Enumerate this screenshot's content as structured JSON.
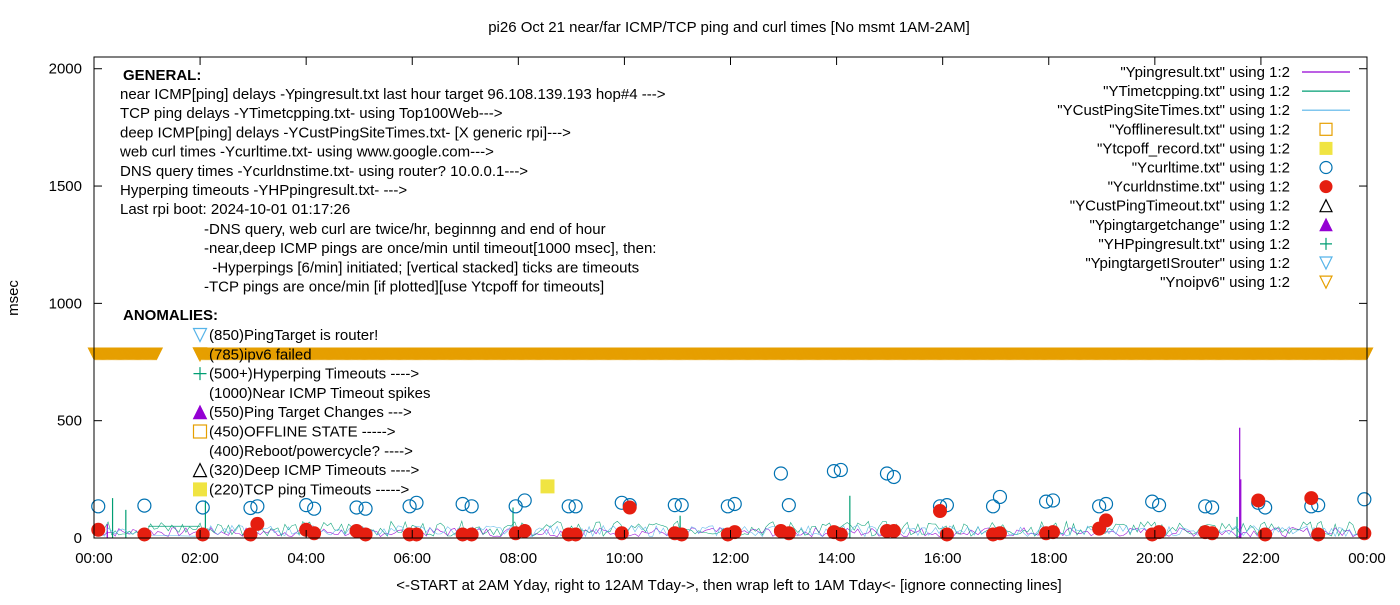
{
  "chart_data": {
    "type": "scatter",
    "title": "pi26 Oct 21  near/far ICMP/TCP ping and curl times [No msmt 1AM-2AM]",
    "xlabel": "<-START at 2AM Yday, right to 12AM Tday->, then wrap left to 1AM Tday<- [ignore connecting lines]",
    "ylabel": "msec",
    "xlim": [
      0,
      24
    ],
    "ylim": [
      0,
      2050
    ],
    "grid": false,
    "x_ticks": [
      "00:00",
      "02:00",
      "04:00",
      "06:00",
      "08:00",
      "10:00",
      "12:00",
      "14:00",
      "16:00",
      "18:00",
      "20:00",
      "22:00",
      "00:00"
    ],
    "y_ticks": [
      0,
      500,
      1000,
      1500,
      2000
    ],
    "legend_position": "top-right",
    "legend": [
      {
        "label": "\"Ypingresult.txt\" using 1:2",
        "color": "#9400d3",
        "style": "line"
      },
      {
        "label": "\"YTimetcpping.txt\" using 1:2",
        "color": "#009e73",
        "style": "line"
      },
      {
        "label": "\"YCustPingSiteTimes.txt\" using 1:2",
        "color": "#56b4e9",
        "style": "line"
      },
      {
        "label": "\"Yofflineresult.txt\" using 1:2",
        "color": "#e69f00",
        "style": "open-square"
      },
      {
        "label": "\"Ytcpoff_record.txt\" using 1:2",
        "color": "#f0e442",
        "style": "filled-square"
      },
      {
        "label": "\"Ycurltime.txt\" using 1:2",
        "color": "#0072b2",
        "style": "open-circle"
      },
      {
        "label": "\"Ycurldnstime.txt\" using 1:2",
        "color": "#e51e10",
        "style": "filled-circle"
      },
      {
        "label": "\"YCustPingTimeout.txt\" using 1:2",
        "color": "#000000",
        "style": "open-triangle"
      },
      {
        "label": "\"Ypingtargetchange\" using 1:2",
        "color": "#9400d3",
        "style": "filled-triangle"
      },
      {
        "label": "\"YHPpingresult.txt\" using 1:2",
        "color": "#009e73",
        "style": "plus"
      },
      {
        "label": "\"YpingtargetISrouter\" using 1:2",
        "color": "#56b4e9",
        "style": "open-down-triangle"
      },
      {
        "label": "\"Ynoipv6\" using 1:2",
        "color": "#e69f00",
        "style": "open-down-triangle"
      }
    ],
    "general_heading": "GENERAL:",
    "general_lines": [
      "near ICMP[ping] delays -Ypingresult.txt last hour target 96.108.139.193 hop#4 --->",
      "TCP ping delays -YTimetcpping.txt- using Top100Web--->",
      "deep ICMP[ping] delays -YCustPingSiteTimes.txt- [X generic rpi]--->",
      "web curl times -Ycurltime.txt- using www.google.com--->",
      "DNS query times -Ycurldnstime.txt- using router? 10.0.0.1--->",
      "Hyperping timeouts -YHPpingresult.txt- --->",
      "Last rpi boot: 2024-10-01 01:17:26"
    ],
    "notes_lines": [
      "-DNS query, web curl are twice/hr, beginnng and end of hour",
      "-near,deep ICMP pings are once/min until timeout[1000 msec], then:",
      "  -Hyperpings [6/min] initiated; [vertical stacked] ticks are timeouts",
      "-TCP pings are once/min [if plotted][use Ytcpoff for timeouts]"
    ],
    "anomalies_heading": "ANOMALIES:",
    "anomaly_lines": [
      {
        "text": "(850)PingTarget is router!",
        "marker": "open-down-triangle",
        "color": "#56b4e9"
      },
      {
        "text": "(785)ipv6 failed",
        "marker": "open-down-triangle",
        "color": "#e69f00"
      },
      {
        "text": "(500+)Hyperping Timeouts ---->",
        "marker": "plus",
        "color": "#009e73"
      },
      {
        "text": "(1000)Near ICMP Timeout spikes",
        "marker": "none",
        "color": "#000000"
      },
      {
        "text": "(550)Ping Target Changes --->",
        "marker": "filled-triangle",
        "color": "#9400d3"
      },
      {
        "text": "(450)OFFLINE STATE ----->",
        "marker": "open-square",
        "color": "#e69f00"
      },
      {
        "text": "(400)Reboot/powercycle? ---->",
        "marker": "none",
        "color": "#000000"
      },
      {
        "text": "(320)Deep ICMP Timeouts ---->",
        "marker": "open-triangle",
        "color": "#000000"
      },
      {
        "text": "(220)TCP ping Timeouts ----->",
        "marker": "filled-square",
        "color": "#f0e442"
      }
    ],
    "series": [
      {
        "name": "\"Ycurltime.txt\" using 1:2",
        "color": "#0072b2",
        "style": "open-circle",
        "x": [
          0.08,
          0.95,
          2.05,
          2.95,
          3.08,
          4.0,
          4.15,
          4.95,
          5.12,
          5.95,
          6.08,
          6.95,
          7.12,
          7.95,
          8.12,
          8.95,
          9.08,
          9.95,
          10.1,
          10.95,
          11.08,
          11.95,
          12.08,
          12.95,
          13.1,
          13.95,
          14.08,
          14.95,
          15.08,
          15.95,
          16.08,
          16.95,
          17.08,
          17.95,
          18.08,
          18.95,
          19.08,
          19.95,
          20.08,
          20.95,
          21.08,
          21.95,
          22.08,
          22.95,
          23.08,
          23.95
        ],
        "y": [
          135,
          138,
          130,
          128,
          135,
          140,
          125,
          130,
          125,
          135,
          150,
          145,
          135,
          135,
          160,
          135,
          135,
          150,
          140,
          140,
          140,
          135,
          145,
          275,
          140,
          285,
          290,
          275,
          260,
          135,
          140,
          135,
          175,
          155,
          160,
          135,
          145,
          155,
          140,
          135,
          130,
          150,
          130,
          135,
          140,
          165
        ]
      },
      {
        "name": "\"Ycurldnstime.txt\" using 1:2",
        "color": "#e51e10",
        "style": "filled-circle",
        "x": [
          0.08,
          0.95,
          2.05,
          2.95,
          3.08,
          4.0,
          4.15,
          4.95,
          5.12,
          5.95,
          6.08,
          6.95,
          7.12,
          7.95,
          8.12,
          8.95,
          9.08,
          9.95,
          10.1,
          10.95,
          11.08,
          11.95,
          12.08,
          12.95,
          13.1,
          13.95,
          14.08,
          14.95,
          15.08,
          15.95,
          16.08,
          16.95,
          17.08,
          17.95,
          18.08,
          18.95,
          19.08,
          19.95,
          20.08,
          20.95,
          21.08,
          21.95,
          22.08,
          22.95,
          23.08,
          23.95
        ],
        "y": [
          35,
          15,
          15,
          15,
          60,
          35,
          20,
          30,
          15,
          15,
          15,
          15,
          15,
          20,
          30,
          15,
          15,
          20,
          130,
          20,
          15,
          15,
          25,
          30,
          20,
          25,
          15,
          30,
          30,
          115,
          15,
          15,
          20,
          20,
          25,
          40,
          75,
          15,
          25,
          25,
          20,
          160,
          15,
          170,
          15,
          20
        ]
      },
      {
        "name": "\"Ytcpoff_record.txt\" using 1:2",
        "color": "#f0e442",
        "style": "filled-square",
        "x": [
          8.55
        ],
        "y": [
          220
        ]
      },
      {
        "name": "\"Ynoipv6\" using 1:2",
        "color": "#e69f00",
        "style": "open-down-triangle",
        "x_range": [
          0,
          24
        ],
        "gap": [
          1.2,
          1.98
        ],
        "y": 785
      },
      {
        "name": "\"Ypingresult.txt\" using 1:2",
        "color": "#9400d3",
        "style": "line",
        "baseline": 25,
        "spikes": [
          {
            "x": 21.6,
            "y": 470
          },
          {
            "x": 21.62,
            "y": 250
          },
          {
            "x": 0.25,
            "y": 60
          }
        ]
      },
      {
        "name": "\"YTimetcpping.txt\" using 1:2",
        "color": "#009e73",
        "style": "line",
        "baseline": 40,
        "spikes": [
          {
            "x": 0.35,
            "y": 170
          },
          {
            "x": 0.6,
            "y": 120
          },
          {
            "x": 2.1,
            "y": 160
          },
          {
            "x": 7.9,
            "y": 130
          },
          {
            "x": 11.05,
            "y": 95
          },
          {
            "x": 14.25,
            "y": 180
          },
          {
            "x": 21.55,
            "y": 90
          }
        ]
      },
      {
        "name": "\"YCustPingSiteTimes.txt\" using 1:2",
        "color": "#56b4e9",
        "style": "line",
        "baseline": 30,
        "spikes": []
      }
    ]
  }
}
